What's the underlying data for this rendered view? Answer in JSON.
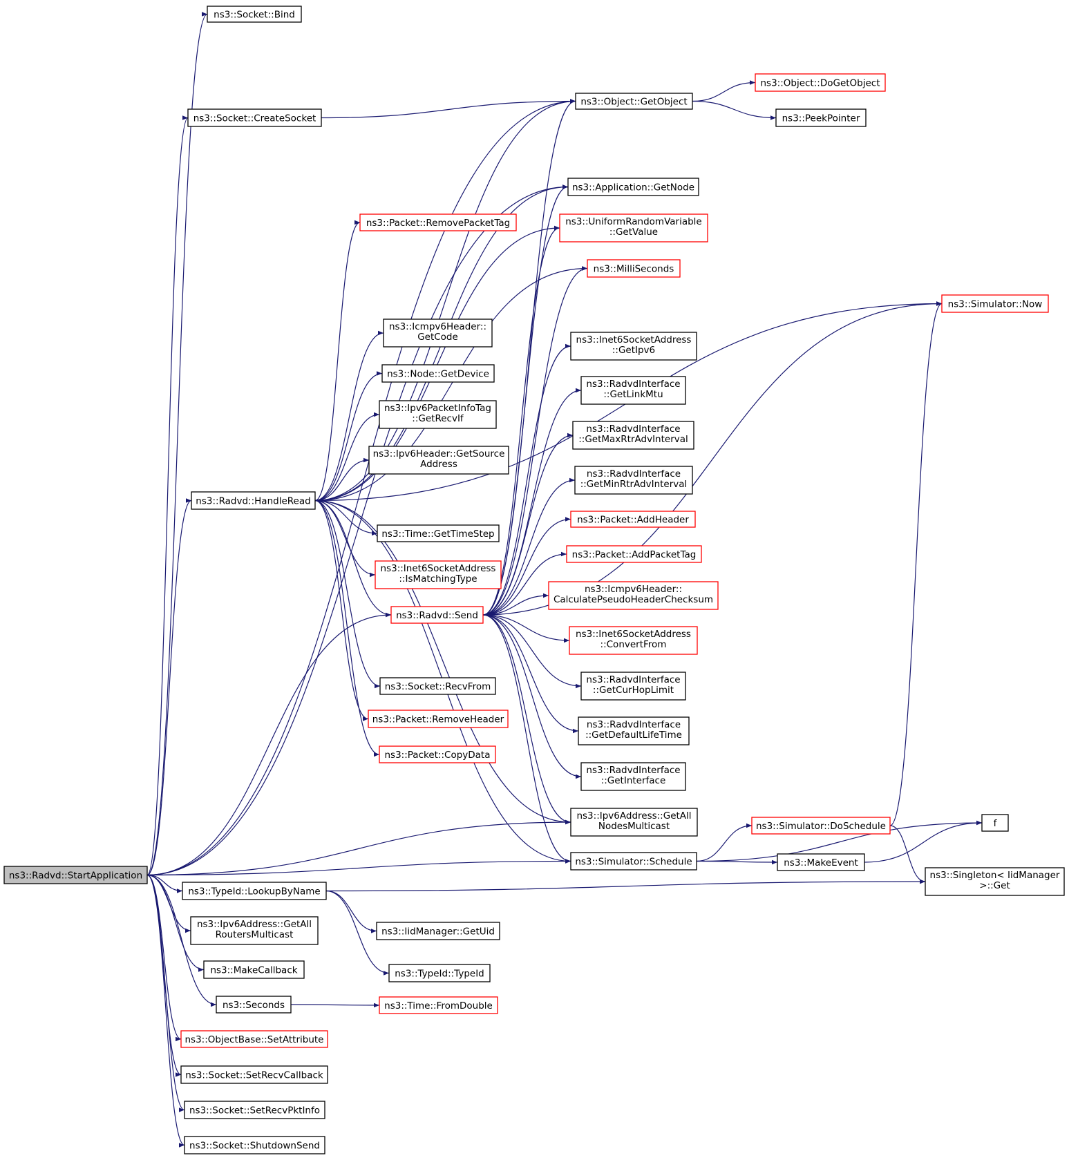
{
  "nodes": [
    {
      "id": "start",
      "lines": [
        "ns3::Radvd::StartApplication"
      ],
      "style": "root"
    },
    {
      "id": "bind",
      "lines": [
        "ns3::Socket::Bind"
      ],
      "style": "normal"
    },
    {
      "id": "createsocket",
      "lines": [
        "ns3::Socket::CreateSocket"
      ],
      "style": "normal"
    },
    {
      "id": "getobject",
      "lines": [
        "ns3::Object::GetObject"
      ],
      "style": "normal"
    },
    {
      "id": "dogetobject",
      "lines": [
        "ns3::Object::DoGetObject"
      ],
      "style": "red"
    },
    {
      "id": "peekpointer",
      "lines": [
        "ns3::PeekPointer"
      ],
      "style": "normal"
    },
    {
      "id": "getnode",
      "lines": [
        "ns3::Application::GetNode"
      ],
      "style": "normal"
    },
    {
      "id": "removepackettag",
      "lines": [
        "ns3::Packet::RemovePacketTag"
      ],
      "style": "red"
    },
    {
      "id": "getvalue",
      "lines": [
        "ns3::UniformRandomVariable",
        "::GetValue"
      ],
      "style": "red"
    },
    {
      "id": "milliseconds",
      "lines": [
        "ns3::MilliSeconds"
      ],
      "style": "red"
    },
    {
      "id": "now",
      "lines": [
        "ns3::Simulator::Now"
      ],
      "style": "red"
    },
    {
      "id": "getcode",
      "lines": [
        "ns3::Icmpv6Header::",
        "GetCode"
      ],
      "style": "normal"
    },
    {
      "id": "getipv6",
      "lines": [
        "ns3::Inet6SocketAddress",
        "::GetIpv6"
      ],
      "style": "normal"
    },
    {
      "id": "getdevice",
      "lines": [
        "ns3::Node::GetDevice"
      ],
      "style": "normal"
    },
    {
      "id": "getlinkmtu",
      "lines": [
        "ns3::RadvdInterface",
        "::GetLinkMtu"
      ],
      "style": "normal"
    },
    {
      "id": "getrecvif",
      "lines": [
        "ns3::Ipv6PacketInfoTag",
        "::GetRecvIf"
      ],
      "style": "normal"
    },
    {
      "id": "getmaxrtr",
      "lines": [
        "ns3::RadvdInterface",
        "::GetMaxRtrAdvInterval"
      ],
      "style": "normal"
    },
    {
      "id": "getsourceaddr",
      "lines": [
        "ns3::Ipv6Header::GetSource",
        "Address"
      ],
      "style": "normal"
    },
    {
      "id": "getminrtr",
      "lines": [
        "ns3::RadvdInterface",
        "::GetMinRtrAdvInterval"
      ],
      "style": "normal"
    },
    {
      "id": "handleread",
      "lines": [
        "ns3::Radvd::HandleRead"
      ],
      "style": "normal"
    },
    {
      "id": "addheader",
      "lines": [
        "ns3::Packet::AddHeader"
      ],
      "style": "red"
    },
    {
      "id": "gettimestep",
      "lines": [
        "ns3::Time::GetTimeStep"
      ],
      "style": "normal"
    },
    {
      "id": "addpackettag",
      "lines": [
        "ns3::Packet::AddPacketTag"
      ],
      "style": "red"
    },
    {
      "id": "ismatchingtype",
      "lines": [
        "ns3::Inet6SocketAddress",
        "::IsMatchingType"
      ],
      "style": "red"
    },
    {
      "id": "checksum",
      "lines": [
        "ns3::Icmpv6Header::",
        "CalculatePseudoHeaderChecksum"
      ],
      "style": "red"
    },
    {
      "id": "send",
      "lines": [
        "ns3::Radvd::Send"
      ],
      "style": "red"
    },
    {
      "id": "convertfrom",
      "lines": [
        "ns3::Inet6SocketAddress",
        "::ConvertFrom"
      ],
      "style": "red"
    },
    {
      "id": "getcurhop",
      "lines": [
        "ns3::RadvdInterface",
        "::GetCurHopLimit"
      ],
      "style": "normal"
    },
    {
      "id": "recvfrom",
      "lines": [
        "ns3::Socket::RecvFrom"
      ],
      "style": "normal"
    },
    {
      "id": "removeheader",
      "lines": [
        "ns3::Packet::RemoveHeader"
      ],
      "style": "red"
    },
    {
      "id": "getdefaultlife",
      "lines": [
        "ns3::RadvdInterface",
        "::GetDefaultLifeTime"
      ],
      "style": "normal"
    },
    {
      "id": "copydata",
      "lines": [
        "ns3::Packet::CopyData"
      ],
      "style": "red"
    },
    {
      "id": "getinterface",
      "lines": [
        "ns3::RadvdInterface",
        "::GetInterface"
      ],
      "style": "normal"
    },
    {
      "id": "allnodes",
      "lines": [
        "ns3::Ipv6Address::GetAll",
        "NodesMulticast"
      ],
      "style": "normal"
    },
    {
      "id": "doschedule",
      "lines": [
        "ns3::Simulator::DoSchedule"
      ],
      "style": "red"
    },
    {
      "id": "f",
      "lines": [
        "f"
      ],
      "style": "normal"
    },
    {
      "id": "schedule",
      "lines": [
        "ns3::Simulator::Schedule"
      ],
      "style": "normal"
    },
    {
      "id": "makeevent",
      "lines": [
        "ns3::MakeEvent"
      ],
      "style": "normal"
    },
    {
      "id": "singletonget",
      "lines": [
        "ns3::Singleton< IidManager",
        " >::Get"
      ],
      "style": "normal"
    },
    {
      "id": "lookupbyname",
      "lines": [
        "ns3::TypeId::LookupByName"
      ],
      "style": "normal"
    },
    {
      "id": "allrouters",
      "lines": [
        "ns3::Ipv6Address::GetAll",
        "RoutersMulticast"
      ],
      "style": "normal"
    },
    {
      "id": "getuid",
      "lines": [
        "ns3::IidManager::GetUid"
      ],
      "style": "normal"
    },
    {
      "id": "makecallback",
      "lines": [
        "ns3::MakeCallback"
      ],
      "style": "normal"
    },
    {
      "id": "typeid",
      "lines": [
        "ns3::TypeId::TypeId"
      ],
      "style": "normal"
    },
    {
      "id": "seconds",
      "lines": [
        "ns3::Seconds"
      ],
      "style": "normal"
    },
    {
      "id": "fromdouble",
      "lines": [
        "ns3::Time::FromDouble"
      ],
      "style": "red"
    },
    {
      "id": "setattribute",
      "lines": [
        "ns3::ObjectBase::SetAttribute"
      ],
      "style": "red"
    },
    {
      "id": "setrecvcallback",
      "lines": [
        "ns3::Socket::SetRecvCallback"
      ],
      "style": "normal"
    },
    {
      "id": "setrecvpktinfo",
      "lines": [
        "ns3::Socket::SetRecvPktInfo"
      ],
      "style": "normal"
    },
    {
      "id": "shutdownsend",
      "lines": [
        "ns3::Socket::ShutdownSend"
      ],
      "style": "normal"
    }
  ],
  "edges": [
    [
      "start",
      "bind"
    ],
    [
      "start",
      "createsocket"
    ],
    [
      "start",
      "getobject"
    ],
    [
      "start",
      "getnode"
    ],
    [
      "start",
      "handleread"
    ],
    [
      "start",
      "send"
    ],
    [
      "start",
      "allnodes"
    ],
    [
      "start",
      "schedule"
    ],
    [
      "start",
      "lookupbyname"
    ],
    [
      "start",
      "allrouters"
    ],
    [
      "start",
      "makecallback"
    ],
    [
      "start",
      "seconds"
    ],
    [
      "start",
      "setattribute"
    ],
    [
      "start",
      "setrecvcallback"
    ],
    [
      "start",
      "setrecvpktinfo"
    ],
    [
      "start",
      "shutdownsend"
    ],
    [
      "createsocket",
      "getobject"
    ],
    [
      "getobject",
      "dogetobject"
    ],
    [
      "getobject",
      "peekpointer"
    ],
    [
      "handleread",
      "getobject"
    ],
    [
      "handleread",
      "getnode"
    ],
    [
      "handleread",
      "removepackettag"
    ],
    [
      "handleread",
      "getvalue"
    ],
    [
      "handleread",
      "now"
    ],
    [
      "handleread",
      "getcode"
    ],
    [
      "handleread",
      "getdevice"
    ],
    [
      "handleread",
      "getrecvif"
    ],
    [
      "handleread",
      "getsourceaddr"
    ],
    [
      "handleread",
      "milliseconds"
    ],
    [
      "handleread",
      "gettimestep"
    ],
    [
      "handleread",
      "ismatchingtype"
    ],
    [
      "handleread",
      "send"
    ],
    [
      "handleread",
      "recvfrom"
    ],
    [
      "handleread",
      "removeheader"
    ],
    [
      "handleread",
      "copydata"
    ],
    [
      "handleread",
      "schedule"
    ],
    [
      "handleread",
      "allnodes"
    ],
    [
      "send",
      "getobject"
    ],
    [
      "send",
      "getnode"
    ],
    [
      "send",
      "getvalue"
    ],
    [
      "send",
      "milliseconds"
    ],
    [
      "send",
      "now"
    ],
    [
      "send",
      "getipv6"
    ],
    [
      "send",
      "getlinkmtu"
    ],
    [
      "send",
      "getmaxrtr"
    ],
    [
      "send",
      "getminrtr"
    ],
    [
      "send",
      "addheader"
    ],
    [
      "send",
      "addpackettag"
    ],
    [
      "send",
      "checksum"
    ],
    [
      "send",
      "convertfrom"
    ],
    [
      "send",
      "getcurhop"
    ],
    [
      "send",
      "getdefaultlife"
    ],
    [
      "send",
      "getinterface"
    ],
    [
      "send",
      "allnodes"
    ],
    [
      "send",
      "schedule"
    ],
    [
      "schedule",
      "doschedule"
    ],
    [
      "schedule",
      "makeevent"
    ],
    [
      "schedule",
      "f"
    ],
    [
      "doschedule",
      "now"
    ],
    [
      "doschedule",
      "singletonget"
    ],
    [
      "makeevent",
      "f"
    ],
    [
      "lookupbyname",
      "singletonget"
    ],
    [
      "lookupbyname",
      "getuid"
    ],
    [
      "lookupbyname",
      "typeid"
    ],
    [
      "seconds",
      "fromdouble"
    ]
  ]
}
